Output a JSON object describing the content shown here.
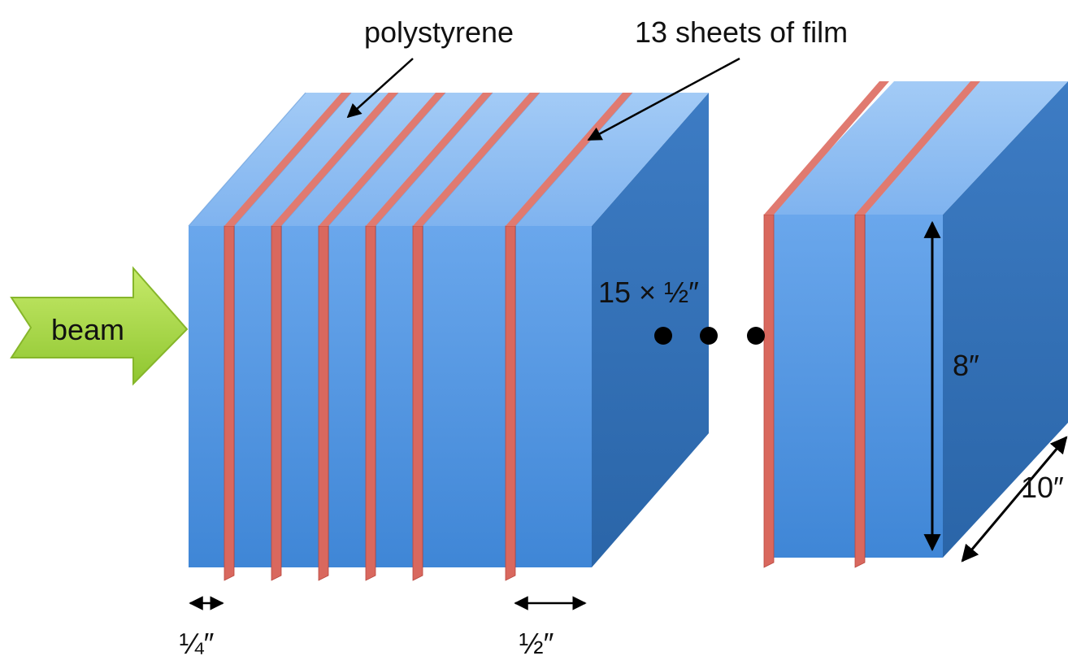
{
  "labels": {
    "top_left": "polystyrene",
    "top_right": "13 sheets of film",
    "beam": "beam",
    "stack_count": "15 × ½″",
    "height": "8″",
    "depth": "10″",
    "thin_width": "¼″",
    "thick_width": "½″"
  },
  "colors": {
    "slab_front": "#4a90dd",
    "slab_top": "#8cbcf2",
    "slab_side": "#2f6db0",
    "film": "#d9685e",
    "arrow_fill": "#a8d840",
    "arrow_stroke": "#86b62a"
  },
  "structure": {
    "left_stack_film_sheets": 6,
    "right_block_film_sheets": 2,
    "continuation_dots": 3
  }
}
